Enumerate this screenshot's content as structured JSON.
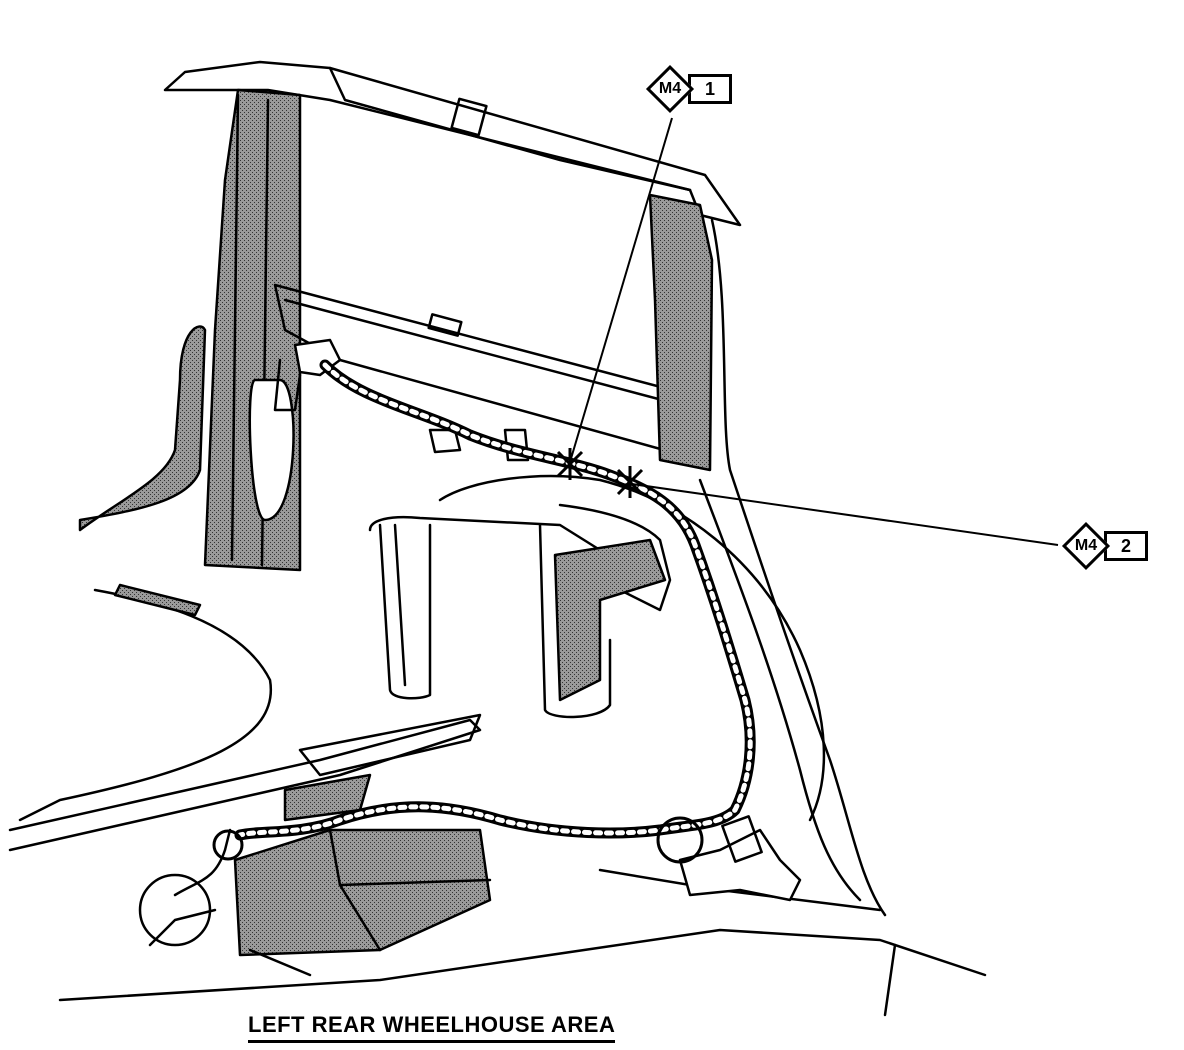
{
  "diagram": {
    "caption": "LEFT REAR WHEELHOUSE AREA",
    "callouts": [
      {
        "code": "M4",
        "ref": "1"
      },
      {
        "code": "M4",
        "ref": "2"
      }
    ],
    "colors": {
      "line": "#000000",
      "shading": "#8a8a8a",
      "background": "#ffffff"
    }
  }
}
